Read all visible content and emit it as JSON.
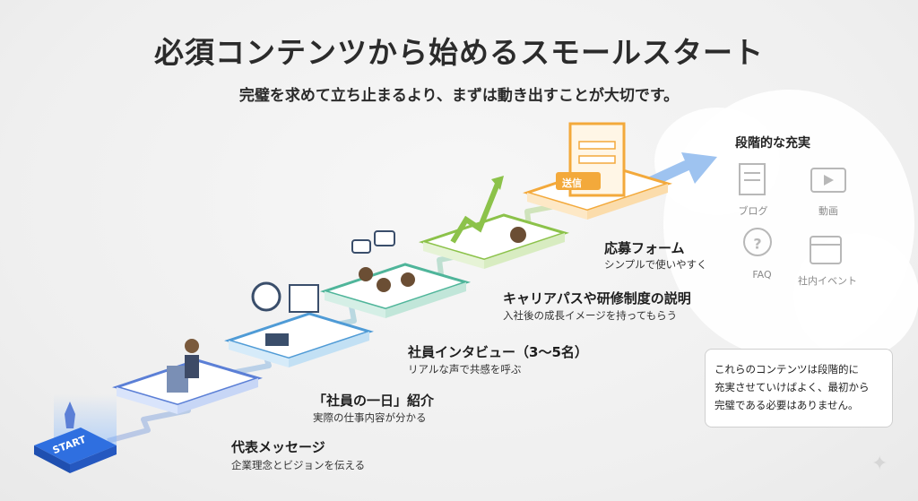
{
  "header": {
    "title": "必須コンテンツから始めるスモールスタート",
    "subtitle": "完璧を求めて立ち止まるより、まずは動き出すことが大切です。"
  },
  "start": {
    "label": "START"
  },
  "steps": [
    {
      "title": "代表メッセージ",
      "desc": "企業理念とビジョンを伝える",
      "color": "#5b7fd6"
    },
    {
      "title": "「社員の一日」紹介",
      "desc": "実際の仕事内容が分かる",
      "color": "#4f9bd6"
    },
    {
      "title": "社員インタビュー（3〜5名）",
      "desc": "リアルな声で共感を呼ぶ",
      "color": "#4fb59a"
    },
    {
      "title": "キャリアパスや研修制度の説明",
      "desc": "入社後の成長イメージを持ってもらう",
      "color": "#8cc24a"
    },
    {
      "title": "応募フォーム",
      "desc": "シンプルで使いやすく",
      "color": "#f3a93b"
    }
  ],
  "form_icon": {
    "send_label": "送信"
  },
  "future": {
    "heading": "段階的な充実",
    "items": [
      {
        "label": "ブログ",
        "icon": "blog-icon"
      },
      {
        "label": "動画",
        "icon": "video-icon"
      },
      {
        "label": "FAQ",
        "icon": "faq-icon"
      },
      {
        "label": "社内イベント",
        "icon": "event-calendar-icon"
      }
    ]
  },
  "note": {
    "lines": [
      "これらのコンテンツは段階的に",
      "充実させていけばよく、最初から",
      "完璧である必要はありません。"
    ]
  }
}
